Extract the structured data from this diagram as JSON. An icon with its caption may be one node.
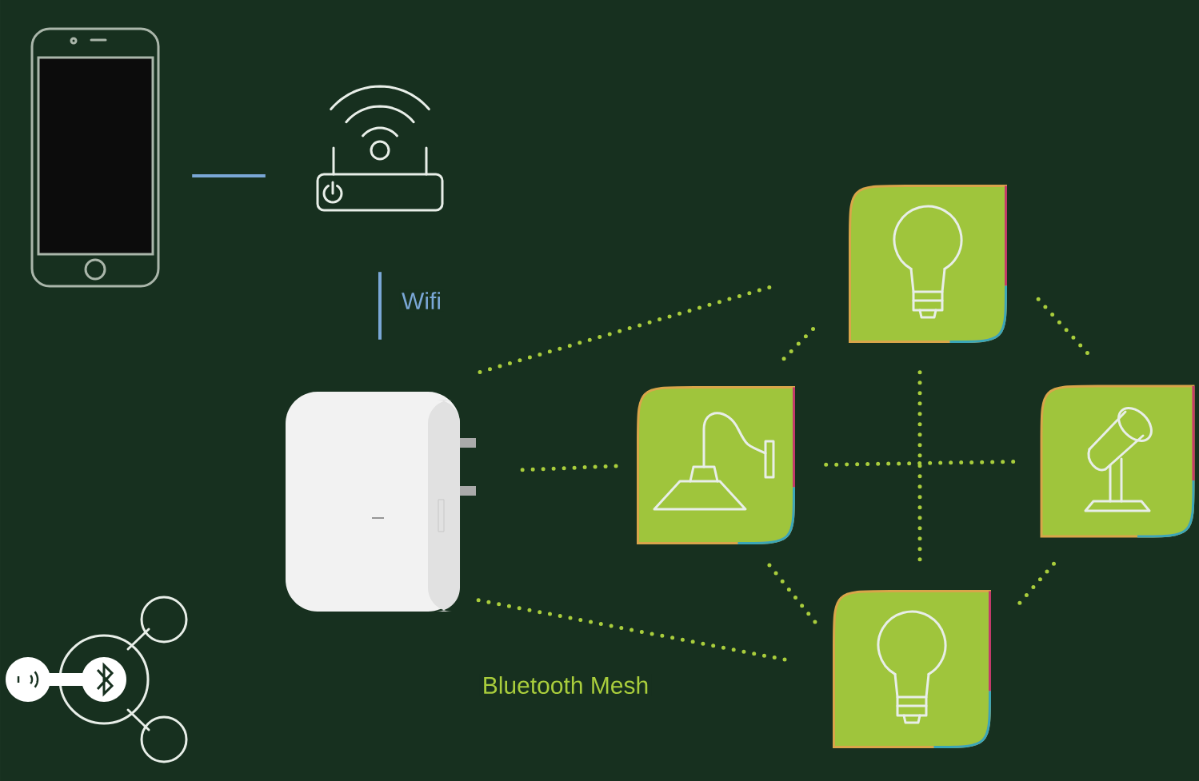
{
  "diagram": {
    "nodes": [
      {
        "text": [],
        "shape": "picture"
      },
      {
        "text": [],
        "shape": "picture"
      },
      {
        "text": [],
        "shape": "picture"
      },
      {
        "text": [],
        "shape": "picture"
      },
      {
        "text": [],
        "shape": "picture"
      },
      {
        "text": [],
        "shape": "picture"
      },
      {
        "text": [],
        "shape": "picture"
      }
    ],
    "edges": [
      {
        "from": 0,
        "to": 1,
        "arrow": "none",
        "color": "#7aa7d6"
      },
      {
        "from": 1,
        "to": 2,
        "arrow": "none",
        "color": "#7aa7d6",
        "label": "Wifi"
      },
      {
        "from": 2,
        "to": 3,
        "arrow": "none",
        "style": "dashed"
      },
      {
        "from": 2,
        "to": 4,
        "arrow": "none",
        "style": "dashed"
      },
      {
        "from": 2,
        "to": 6,
        "arrow": "none",
        "style": "dashed",
        "label": "Bluetooth Mesh"
      },
      {
        "from": 4,
        "to": 3,
        "arrow": "none",
        "style": "dashed"
      },
      {
        "from": 3,
        "to": 5,
        "arrow": "none",
        "style": "dashed"
      },
      {
        "from": 4,
        "to": 5,
        "arrow": "none",
        "style": "dashed"
      },
      {
        "from": 3,
        "to": 6,
        "arrow": "none",
        "style": "dashed"
      },
      {
        "from": 4,
        "to": 6,
        "arrow": "none",
        "style": "dashed"
      },
      {
        "from": 5,
        "to": 6,
        "arrow": "none",
        "style": "dashed"
      }
    ]
  }
}
